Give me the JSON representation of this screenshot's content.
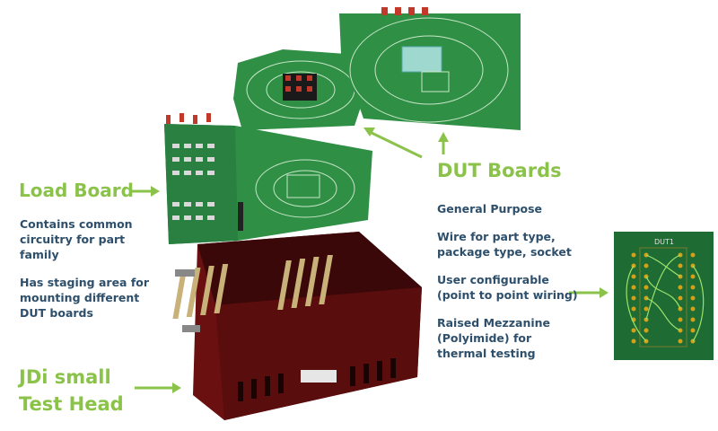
{
  "labels": {
    "load_board": "Load Board",
    "dut_boards": "DUT Boards",
    "test_head_line1": "JDi small",
    "test_head_line2": "Test Head",
    "dut_silkscreen": "DUT1"
  },
  "load_board_notes": [
    "Contains common\ncircuitry for part\nfamily",
    "Has staging area for\nmounting different\nDUT boards"
  ],
  "dut_board_notes": [
    "General Purpose",
    "Wire for part type,\npackage type, socket",
    "User configurable\n(point to point wiring)",
    "Raised Mezzanine\n(Polyimide) for\nthermal testing"
  ],
  "colors": {
    "accent_green": "#8bc34a",
    "text_navy": "#2d4f6b",
    "pcb_green": "#2f8f45",
    "pcb_dark": "#1f6b34",
    "chassis_red": "#6a1010"
  }
}
